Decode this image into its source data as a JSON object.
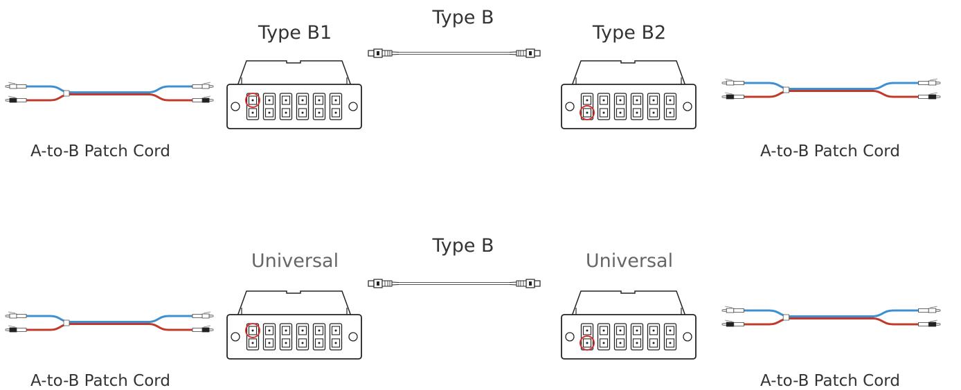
{
  "rows": [
    {
      "trunk_label": "Type B",
      "left_cassette_label": "Type B1",
      "right_cassette_label": "Type B2",
      "left_cord_label": "A-to-B Patch Cord",
      "right_cord_label": "A-to-B Patch Cord",
      "left_highlight": "top",
      "right_highlight": "bottom"
    },
    {
      "trunk_label": "Type B",
      "left_cassette_label": "Universal",
      "right_cassette_label": "Universal",
      "left_cord_label": "A-to-B Patch Cord",
      "right_cord_label": "A-to-B Patch Cord",
      "left_highlight": "top",
      "right_highlight": "bottom"
    }
  ],
  "colors": {
    "fiber_blue": "#3d8fd1",
    "fiber_red": "#c0392b",
    "highlight": "#d0312d",
    "line": "#222222"
  },
  "icons": [
    "mpo-trunk-cable-icon",
    "mtp-cassette-icon",
    "duplex-patch-cord-icon"
  ]
}
